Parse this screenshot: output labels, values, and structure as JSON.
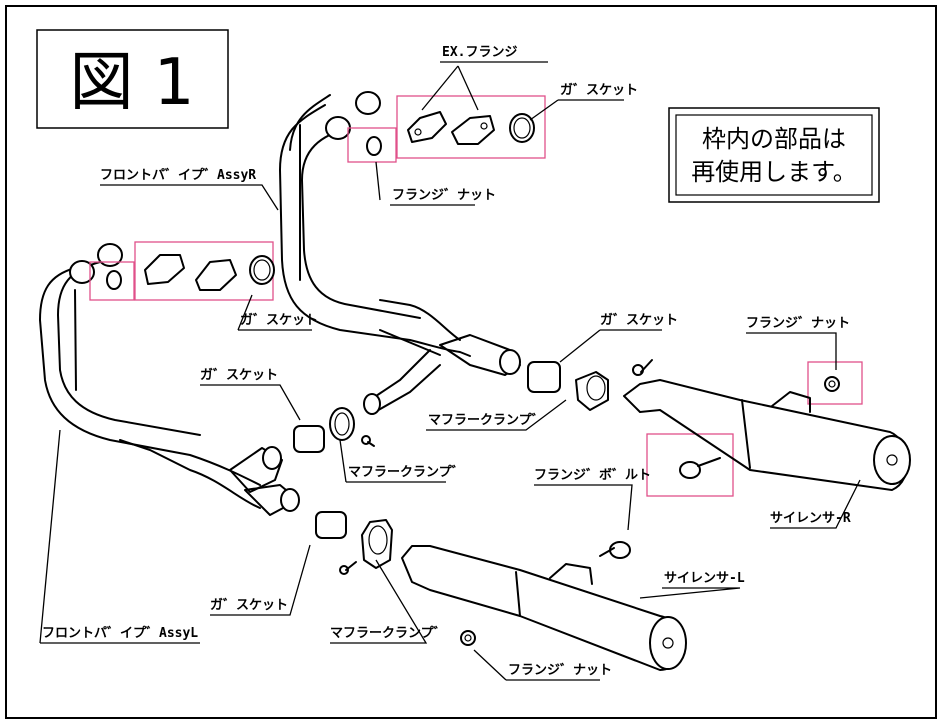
{
  "figure": {
    "title": "図 1",
    "notice_line1": "枠内の部品は",
    "notice_line2": "再使用します。"
  },
  "labels": {
    "ex_flange": "EX.フランジ",
    "gasket_top": "ガ゛スケット",
    "flange_nut_top": "フランジ゛ナット",
    "front_pipe_r": "フロントパ゛イプ゛AssyR",
    "gasket_left_upper": "ガ゛スケット",
    "gasket_mid_right": "ガ゛スケット",
    "flange_nut_right": "フランジ゛ナット",
    "gasket_mid_left": "ガ゛スケット",
    "muffler_clamp_right": "マフラークランプ゛",
    "muffler_clamp_mid": "マフラークランプ゛",
    "flange_bolt": "フランジ゛ボ゛ルト",
    "silencer_r": "サイレンサ-R",
    "silencer_l": "サイレンサ-L",
    "gasket_lower": "ガ゛スケット",
    "front_pipe_l": "フロントパ゛イプ゛AssyL",
    "muffler_clamp_lower": "マフラークランプ゛",
    "flange_nut_bottom": "フランジ゛ナット"
  }
}
